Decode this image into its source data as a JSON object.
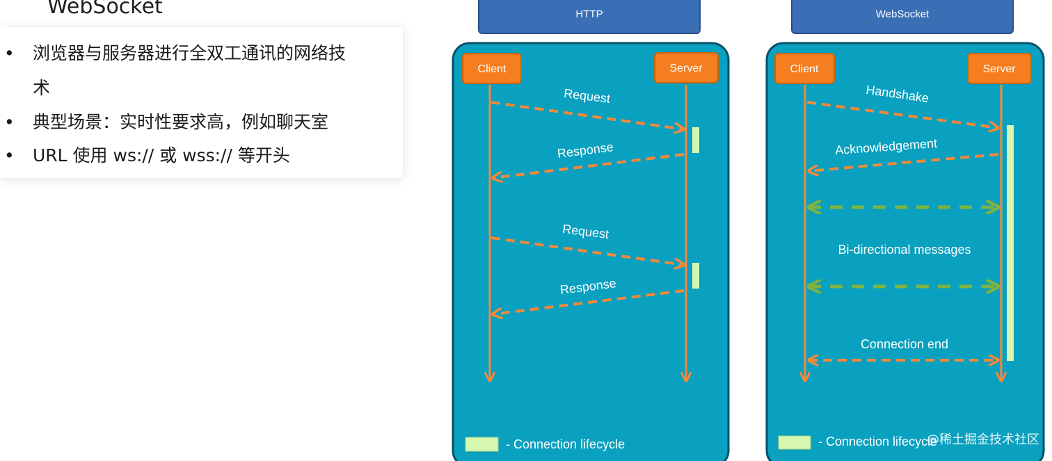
{
  "slide": {
    "title": "WebSocket",
    "bullets": [
      {
        "line1": "浏览器与服务器进行全双工通讯的网络技",
        "line2": "术"
      },
      {
        "line1": "典型场景：实时性要求高，例如聊天室"
      },
      {
        "line1": "URL 使用 ws:// 或 wss:// 等开头"
      }
    ]
  },
  "diagrams": {
    "http": {
      "header": "HTTP",
      "client": "Client",
      "server": "Server",
      "messages": [
        "Request",
        "Response",
        "Request",
        "Response"
      ],
      "legend": "- Connection lifecycle"
    },
    "websocket": {
      "header": "WebSocket",
      "client": "Client",
      "server": "Server",
      "messages": [
        "Handshake",
        "Acknowledgement",
        "Bi-directional messages",
        "Connection end"
      ],
      "legend": "- Connection lifecycle"
    }
  },
  "watermark": "@稀土掘金技术社区",
  "colors": {
    "panel": "#0aa0bf",
    "header": "#3a6fb6",
    "actor": "#f47e20",
    "arrow": "#f4893a",
    "bidirectional_arrow": "#7cb342",
    "lifecycle": "#d6f7b0"
  }
}
